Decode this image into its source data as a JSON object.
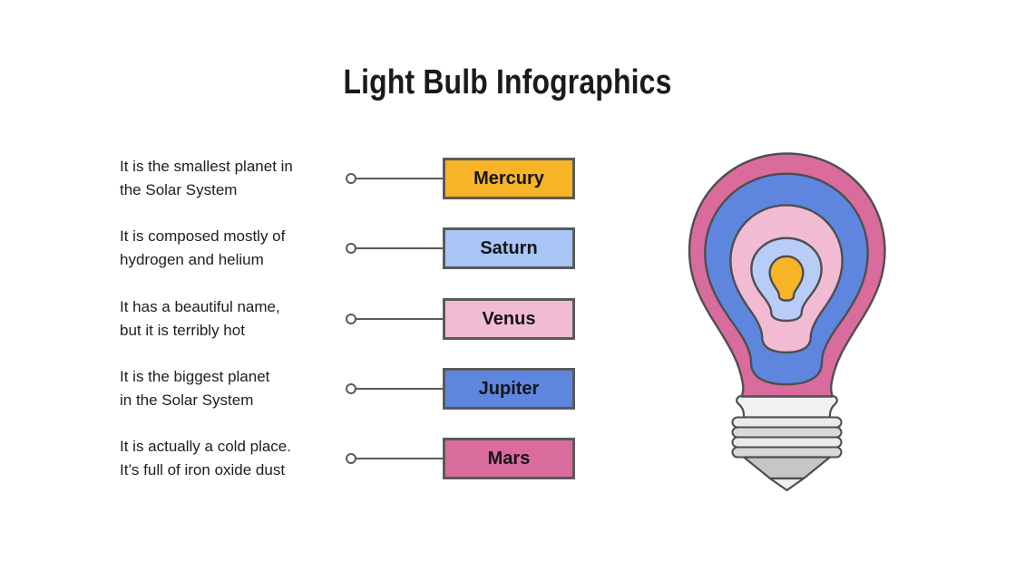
{
  "title": "Light Bulb Infographics",
  "rows": [
    {
      "planet": "Mercury",
      "color": "#F6B426",
      "line1": "It is the smallest planet in",
      "line2": "the Solar System"
    },
    {
      "planet": "Saturn",
      "color": "#A9C5F6",
      "line1": "It is composed mostly of",
      "line2": "hydrogen and helium"
    },
    {
      "planet": "Venus",
      "color": "#F0BBD3",
      "line1": "It has a beautiful name,",
      "line2": "but it is terribly hot"
    },
    {
      "planet": "Jupiter",
      "color": "#5E86DF",
      "line1": "It is the biggest planet",
      "line2": "in the Solar System"
    },
    {
      "planet": "Mars",
      "color": "#D96C9D",
      "line1": "It is actually a cold place.",
      "line2": "It’s full of iron oxide dust"
    }
  ],
  "bulb": {
    "outline": "#4E4E4E",
    "layers": [
      {
        "name": "outer-rose-layer",
        "color": "#D96C9D"
      },
      {
        "name": "blue-layer",
        "color": "#5E86DF"
      },
      {
        "name": "pink-layer",
        "color": "#F0BBD3"
      },
      {
        "name": "light-blue-layer",
        "color": "#B7CDF8"
      },
      {
        "name": "amber-core",
        "color": "#F6B426"
      }
    ],
    "base": {
      "neck": "#F1F1F1",
      "ridge_light": "#EAEAEA",
      "ridge_dark": "#D9D9D9",
      "tip": "#C6C6C6",
      "tip_end": "#EFEFEF"
    }
  }
}
